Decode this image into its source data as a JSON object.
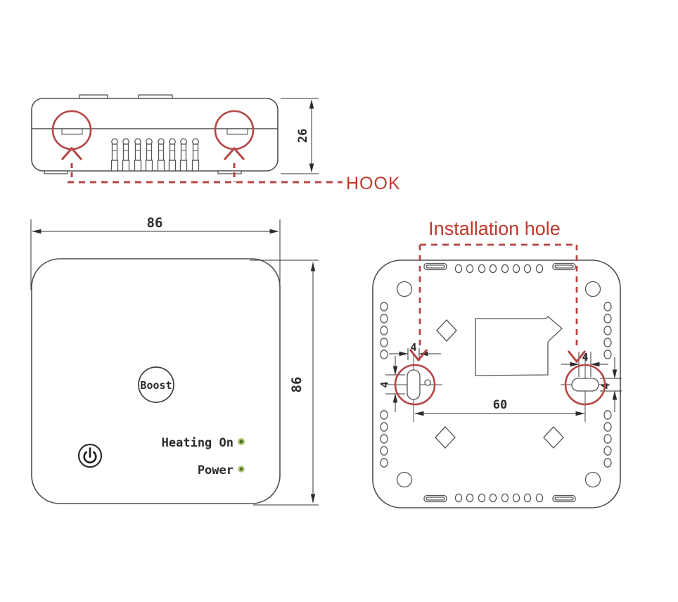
{
  "drawing": {
    "side_view": {
      "height_dim": "26",
      "hook_label": "HOOK"
    },
    "front_view": {
      "width_dim": "86",
      "height_dim": "86",
      "boost_label": "Boost",
      "heating_on_label": "Heating On",
      "power_label": "Power"
    },
    "back_view": {
      "title": "Installation hole",
      "hole_spacing_dim": "60",
      "left_hole_width_dim": "4",
      "left_hole_offset_dim": "4",
      "right_hole_width_dim": "4",
      "right_hole_offset_dim": "4"
    }
  },
  "colors": {
    "annotation_red": "#c0392b",
    "dashed_red": "#b54545",
    "line_gray": "#4f4f4f",
    "led_green_outer": "#a8c26a",
    "led_green_inner": "#4f6a26"
  }
}
